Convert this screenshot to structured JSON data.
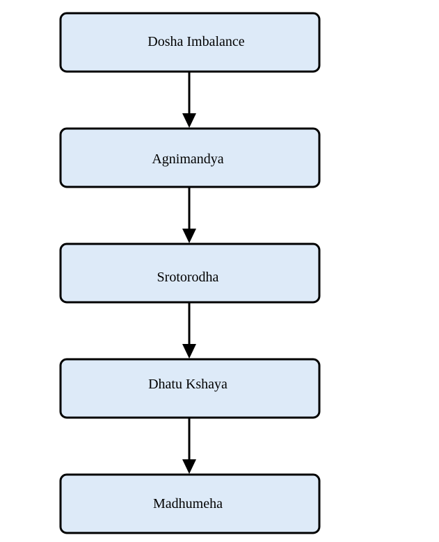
{
  "diagram": {
    "nodes": [
      {
        "id": "dosha",
        "label": "Dosha Imbalance"
      },
      {
        "id": "agni",
        "label": "Agnimandya"
      },
      {
        "id": "sroto",
        "label": "Srotorodha"
      },
      {
        "id": "dhatu",
        "label": "Dhatu Kshaya"
      },
      {
        "id": "madhu",
        "label": "Madhumeha"
      }
    ],
    "edges": [
      {
        "from": "dosha",
        "to": "agni"
      },
      {
        "from": "agni",
        "to": "sroto"
      },
      {
        "from": "sroto",
        "to": "dhatu"
      },
      {
        "from": "dhatu",
        "to": "madhu"
      }
    ],
    "colors": {
      "node_fill": "#ddeaf8",
      "node_stroke": "#000000",
      "arrow": "#000000"
    }
  }
}
